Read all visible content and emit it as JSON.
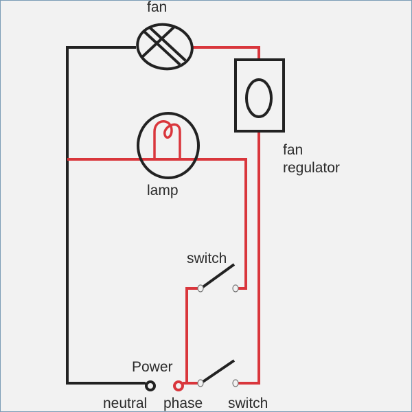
{
  "diagram": {
    "title": "Fan and lamp wiring diagram",
    "colors": {
      "background": "#f2f2f2",
      "neutral_wire": "#222222",
      "phase_wire": "#d9363c",
      "text": "#2a2a2a"
    },
    "labels": {
      "fan": "fan",
      "fan_regulator_line1": "fan",
      "fan_regulator_line2": "regulator",
      "lamp": "lamp",
      "switch_top": "switch",
      "power": "Power",
      "neutral": "neutral",
      "phase": "phase",
      "switch_bottom": "switch"
    },
    "components": [
      {
        "id": "fan",
        "type": "fan",
        "icon": "fan-icon"
      },
      {
        "id": "fan-regulator",
        "type": "regulator",
        "icon": "regulator-icon"
      },
      {
        "id": "lamp",
        "type": "lamp",
        "icon": "lamp-icon"
      },
      {
        "id": "switch-lamp",
        "type": "switch",
        "icon": "switch-icon"
      },
      {
        "id": "switch-fan",
        "type": "switch",
        "icon": "switch-icon"
      },
      {
        "id": "power-neutral",
        "type": "terminal",
        "icon": "terminal-icon"
      },
      {
        "id": "power-phase",
        "type": "terminal",
        "icon": "terminal-icon"
      }
    ],
    "connections": [
      {
        "from": "power-neutral",
        "to": "fan",
        "wire": "neutral"
      },
      {
        "from": "power-neutral",
        "to": "lamp",
        "wire": "neutral"
      },
      {
        "from": "power-phase",
        "to": "switch-lamp",
        "wire": "phase"
      },
      {
        "from": "power-phase",
        "to": "switch-fan",
        "wire": "phase"
      },
      {
        "from": "switch-lamp",
        "to": "lamp",
        "wire": "phase"
      },
      {
        "from": "switch-fan",
        "to": "fan-regulator",
        "wire": "phase"
      },
      {
        "from": "fan-regulator",
        "to": "fan",
        "wire": "phase"
      }
    ]
  }
}
